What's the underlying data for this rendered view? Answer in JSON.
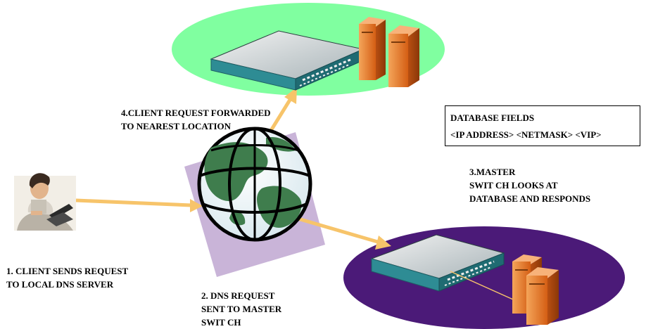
{
  "labels": {
    "step1": [
      "1. CLIENT  SENDS REQUEST",
      "TO LOCAL DNS SERVER"
    ],
    "step2": [
      "2. DNS REQUEST",
      "SENT TO MASTER",
      "SWIT CH"
    ],
    "step3": [
      "3.MASTER",
      "SWIT CH LOOKS AT",
      "DATABASE  AND RESPONDS"
    ],
    "step4": [
      "4.CLIENT REQUEST FORWARDED",
      "TO NEAREST LOCATION"
    ]
  },
  "database": {
    "title": "DATABASE FIELDS",
    "fields": "<IP ADDRESS> <NETMASK> <VIP>"
  },
  "colors": {
    "site_top": "#80FFA0",
    "site_bottom": "#4B1A78",
    "arrow": "#F7C46A",
    "switch": "#2E8C94",
    "server": "#E0762A",
    "globe_shadow": "#C9B4D8"
  },
  "icons": [
    "user-laptop-icon",
    "globe-icon",
    "network-switch-icon",
    "server-icon"
  ]
}
